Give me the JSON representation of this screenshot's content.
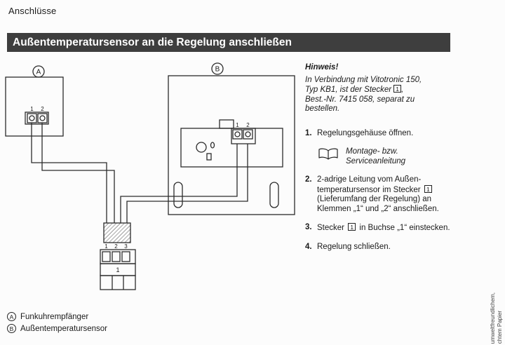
{
  "page": {
    "section": "Anschlüsse",
    "title": "Außentemperatursensor an die Regelung anschließen"
  },
  "diagram": {
    "callout_a": "A",
    "callout_b": "B",
    "receiver_terminal_1": "1",
    "receiver_terminal_2": "2",
    "control_terminal_1": "1",
    "control_terminal_2": "2",
    "plug_pin_1": "1",
    "plug_pin_2": "2",
    "plug_pin_3": "3",
    "plug_number": "1"
  },
  "note": {
    "heading": "Hinweis!",
    "text_before_badge": "In Verbindung mit Vitotronic 150,\nTyp KB1, ist der Stecker",
    "badge": "1",
    "text_after_badge": ",\nBest.-Nr. 7415 058, separat zu\nbestellen."
  },
  "steps": {
    "s1_num": "1.",
    "s1_text": "Regelungsgehäuse öffnen.",
    "book_line1": "Montage- bzw.",
    "book_line2": "Serviceanleitung",
    "s2_num": "2.",
    "s2_before": "2-adrige Leitung vom Außen-temperatursensor im Stecker",
    "s2_badge": "1",
    "s2_after": "(Lieferumfang der Regelung) an Klemmen „1“ und „2“ anschließen.",
    "s3_num": "3.",
    "s3_before": "Stecker",
    "s3_badge": "1",
    "s3_after": "in Buchse „1“ einstecken.",
    "s4_num": "4.",
    "s4_text": "Regelung schließen."
  },
  "legend": {
    "a_mark": "A",
    "a_label": "Funkuhrempfänger",
    "b_mark": "B",
    "b_label": "Außentemperatursensor"
  },
  "edge_note": {
    "line1": "umweltfreundlichem,",
    "line2": "chtem Papier"
  }
}
